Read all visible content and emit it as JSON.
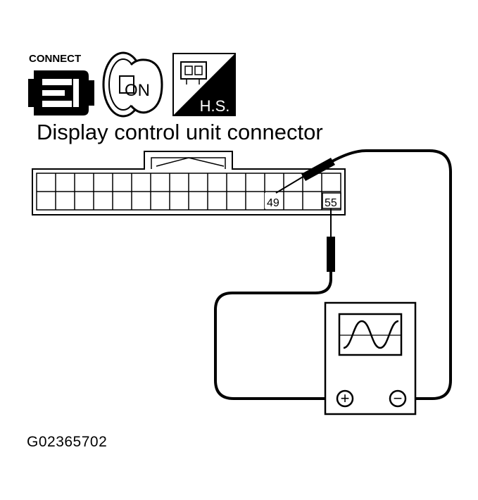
{
  "icons": {
    "connect_label": "CONNECT",
    "ignition_label": "ON",
    "harness_label": "H.S.",
    "connect_icon": "connector-connect-icon",
    "ignition_icon": "ignition-key-on-icon",
    "harness_icon": "harness-side-icon"
  },
  "diagram": {
    "caption": "Display control unit connector",
    "terminal_a": "49",
    "terminal_b": "55",
    "figure_id": "G02365702"
  },
  "meter": {
    "positive_symbol": "+",
    "negative_symbol": "−",
    "display_icon": "sine-wave-icon"
  }
}
